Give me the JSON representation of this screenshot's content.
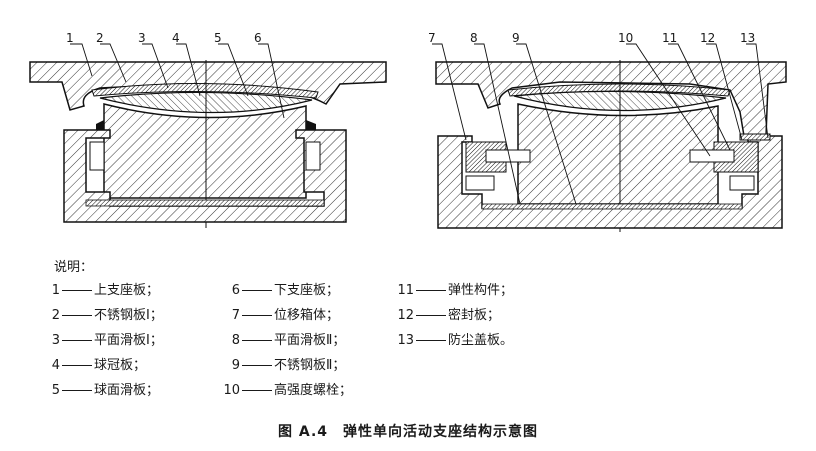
{
  "labels": [
    "1",
    "2",
    "3",
    "4",
    "5",
    "6",
    "7",
    "8",
    "9",
    "10",
    "11",
    "12",
    "13"
  ],
  "legend": {
    "title": "说明：",
    "items": [
      {
        "n": "1",
        "text": "上支座板；"
      },
      {
        "n": "2",
        "text": "不锈钢板Ⅰ；"
      },
      {
        "n": "3",
        "text": "平面滑板Ⅰ；"
      },
      {
        "n": "4",
        "text": "球冠板；"
      },
      {
        "n": "5",
        "text": "球面滑板；"
      },
      {
        "n": "6",
        "text": "下支座板；"
      },
      {
        "n": "7",
        "text": "位移箱体；"
      },
      {
        "n": "8",
        "text": "平面滑板Ⅱ；"
      },
      {
        "n": "9",
        "text": "不锈钢板Ⅱ；"
      },
      {
        "n": "10",
        "text": "高强度螺栓；"
      },
      {
        "n": "11",
        "text": "弹性构件；"
      },
      {
        "n": "12",
        "text": "密封板；"
      },
      {
        "n": "13",
        "text": "防尘盖板。"
      }
    ]
  },
  "caption": "图 A.4　弹性单向活动支座结构示意图"
}
